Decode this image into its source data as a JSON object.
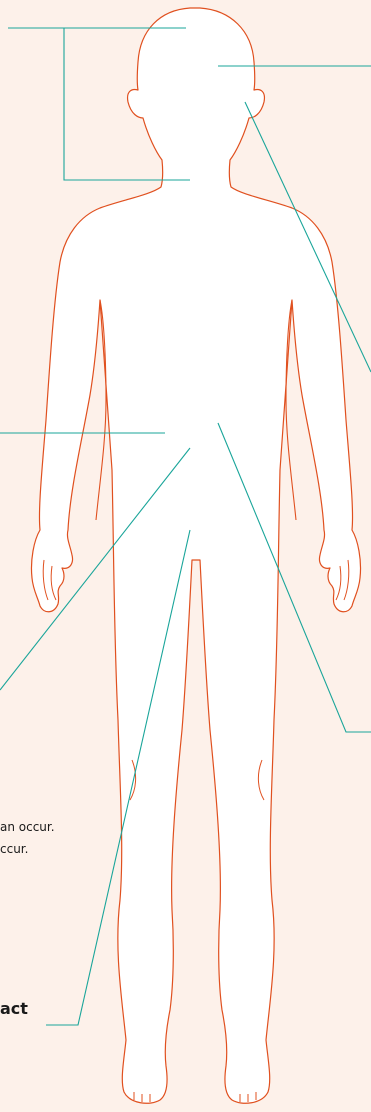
{
  "colors": {
    "background": "#fdf1ea",
    "body_outline": "#e0501f",
    "body_fill": "#ffffff",
    "callout_line": "#1aa59a",
    "text": "#1a1a1a"
  },
  "visible_text": {
    "snippet_1": "an occur.",
    "snippet_2": "ccur.",
    "bold_label": "act"
  },
  "figure": {
    "subject": "front-view-child-body-outline",
    "callout_lines": 8
  }
}
